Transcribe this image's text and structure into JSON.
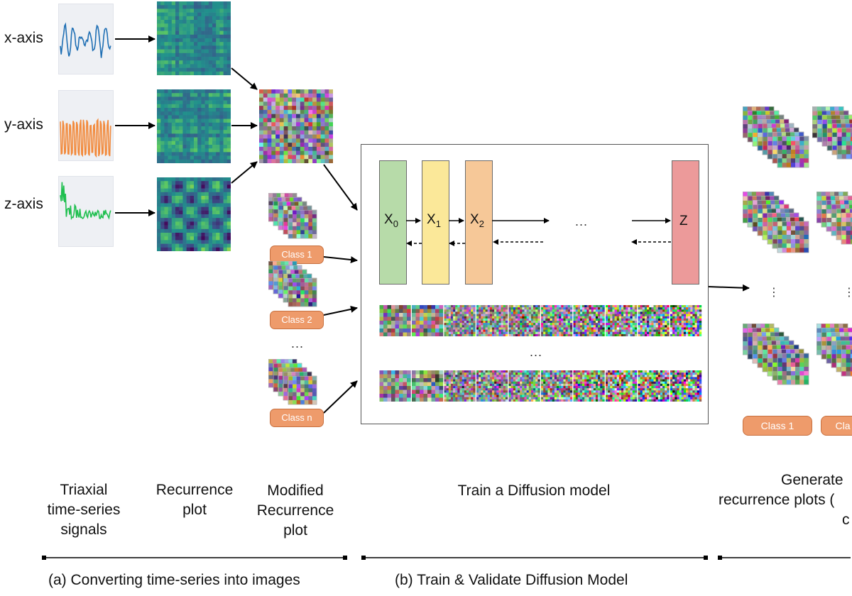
{
  "signals": [
    {
      "axis": "x-axis",
      "color": "#1f6fb4"
    },
    {
      "axis": "y-axis",
      "color": "#f28a3c"
    },
    {
      "axis": "z-axis",
      "color": "#1fbf4f"
    }
  ],
  "classes": [
    "Class 1",
    "Class 2",
    "Class n"
  ],
  "generated_classes": [
    "Class 1",
    "Cla"
  ],
  "nodes": [
    {
      "label": "X",
      "sub": "0",
      "color": "#b7dba9"
    },
    {
      "label": "X",
      "sub": "1",
      "color": "#fbe899"
    },
    {
      "label": "X",
      "sub": "2",
      "color": "#f6c898"
    },
    {
      "label": "Z",
      "sub": "",
      "color": "#ec9a9a"
    }
  ],
  "ellipsis": "...",
  "vertical_ellipsis": "⋮",
  "column_labels": {
    "triaxial": [
      "Triaxial",
      "time-series",
      "signals"
    ],
    "recurrence": [
      "Recurrence",
      "plot"
    ],
    "modified": [
      "Modified",
      "Recurrence",
      "plot"
    ],
    "train": [
      "Train a Diffusion model"
    ],
    "generated": [
      "Generate",
      "recurrence plots (",
      "c"
    ]
  },
  "phases": {
    "a": "(a) Converting time-series into images",
    "b": "(b) Train & Validate Diffusion Model"
  },
  "colors": {
    "viridis_dark": "#2f5b8c",
    "viridis_mid": "#21918c",
    "viridis_light": "#aadc32",
    "class_pill": "#ee9b6b"
  }
}
